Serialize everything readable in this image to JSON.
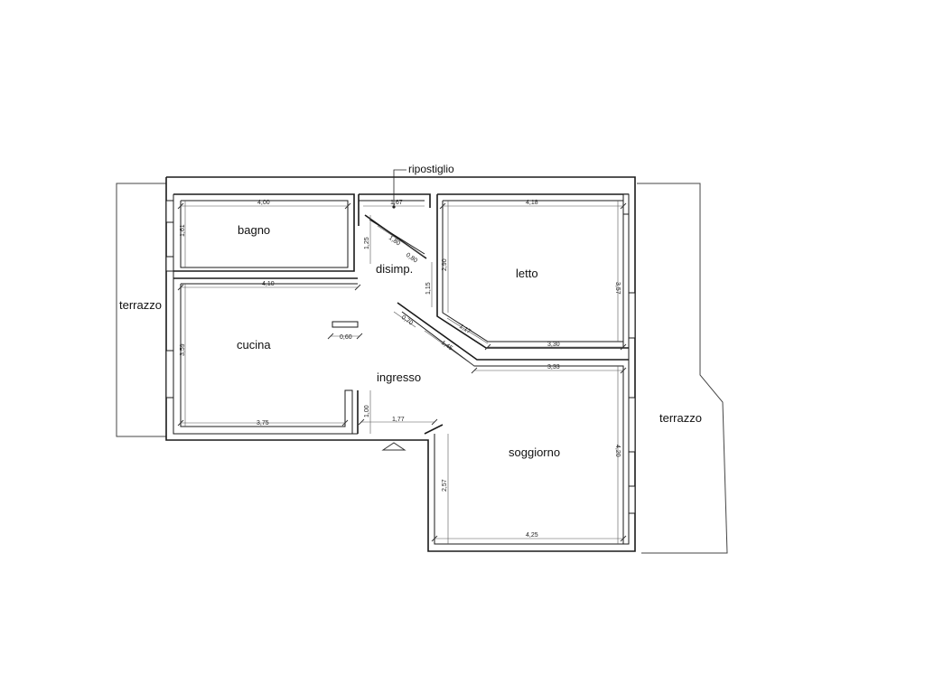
{
  "rooms": {
    "bagno": "bagno",
    "cucina": "cucina",
    "disimpegno": "disimp.",
    "ingresso": "ingresso",
    "letto": "letto",
    "soggiorno": "soggiorno",
    "terrazzo_west": "terrazzo",
    "terrazzo_east": "terrazzo",
    "ripostiglio": "ripostiglio"
  },
  "dimensions": {
    "bagno_width": "4,00",
    "bagno_height": "1,61",
    "ripostiglio_width": "1,67",
    "ripostiglio_height": "1,25",
    "ripostiglio_diag_a": "1,80",
    "ripostiglio_diag_b": "0,80",
    "disimp_height": "1,15",
    "letto_width": "4,18",
    "letto_left_height": "2,90",
    "letto_right_height": "3,57",
    "letto_bottom": "3,30",
    "letto_diag": "1,17",
    "cucina_width": "4,10",
    "cucina_height": "3,59",
    "cucina_bottom": "3,75",
    "counter": "0,60",
    "ingresso_diag_a": "0,70",
    "ingresso_diag_b": "1,45",
    "soggiorno_top": "3,33",
    "soggiorno_right": "4,20",
    "soggiorno_left": "2,57",
    "soggiorno_bottom": "4,25",
    "ingresso_width": "1,77",
    "ingresso_height": "1,00"
  }
}
